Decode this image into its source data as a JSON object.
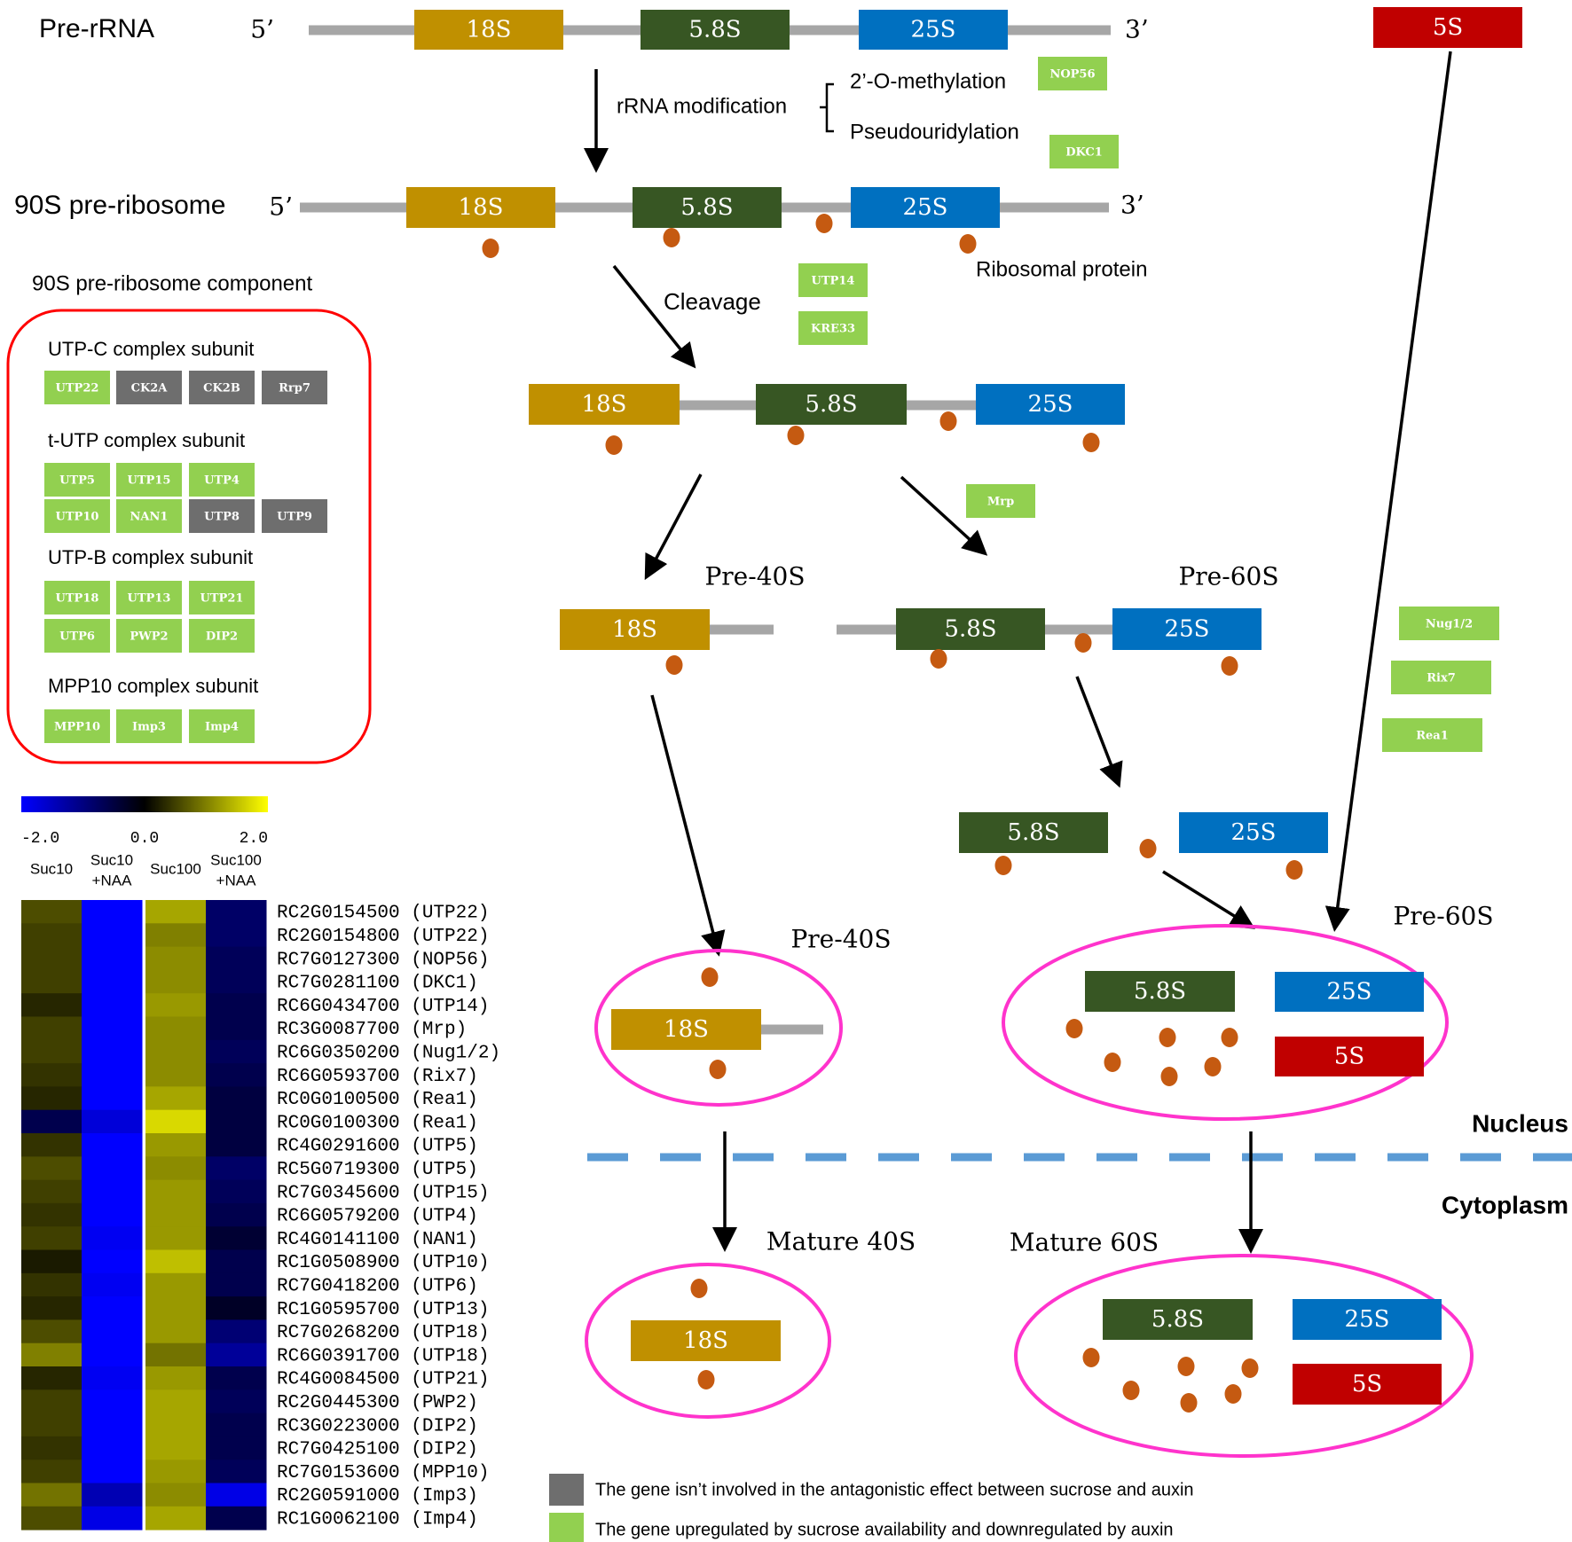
{
  "colors": {
    "s18": "#c09000",
    "s58": "#375623",
    "s25": "#0070c0",
    "s5": "#c00000",
    "line": "#a6a6a6",
    "protein": "#c55a11",
    "green_box": "#92d050",
    "gray_box": "#6e6e6e",
    "ellipse": "#ff33cc",
    "dashed": "#5b9bd5",
    "red_frame": "#ff0000"
  },
  "rna_labels": {
    "s18": "18S",
    "s58": "5.8S",
    "s25": "25S",
    "s5": "5S",
    "five_prime": "5’",
    "three_prime": "3’"
  },
  "titles": {
    "pre_rrna": "Pre-rRNA",
    "pre90s": "90S pre-ribosome",
    "rrna_mod": "rRNA modification",
    "methylation": "2’-O-methylation",
    "pseudouridylation": "Pseudouridylation",
    "cleavage": "Cleavage",
    "ribosomal_protein": "Ribosomal protein",
    "pre40s_a": "Pre-40S",
    "pre60s_a": "Pre-60S",
    "pre40s_b": "Pre-40S",
    "pre60s_b": "Pre-60S",
    "mature40s": "Mature 40S",
    "mature60s": "Mature 60S",
    "nucleus": "Nucleus",
    "cytoplasm": "Cytoplasm",
    "component_title": "90S pre-ribosome component"
  },
  "gene_boxes": {
    "nop56": "NOP56",
    "dkc1": "DKC1",
    "utp14": "UTP14",
    "kre33": "KRE33",
    "mrp": "Mrp",
    "nug12": "Nug1/2",
    "rix7": "Rix7",
    "rea1": "Rea1"
  },
  "complexes": [
    {
      "title": "UTP-C complex subunit",
      "rows": [
        [
          {
            "name": "UTP22",
            "status": "green"
          },
          {
            "name": "CK2A",
            "status": "gray"
          },
          {
            "name": "CK2B",
            "status": "gray"
          },
          {
            "name": "Rrp7",
            "status": "gray"
          }
        ]
      ]
    },
    {
      "title": "t-UTP complex subunit",
      "rows": [
        [
          {
            "name": "UTP5",
            "status": "green"
          },
          {
            "name": "UTP15",
            "status": "green"
          },
          {
            "name": "UTP4",
            "status": "green"
          }
        ],
        [
          {
            "name": "UTP10",
            "status": "green"
          },
          {
            "name": "NAN1",
            "status": "green"
          },
          {
            "name": "UTP8",
            "status": "gray"
          },
          {
            "name": "UTP9",
            "status": "gray"
          }
        ]
      ]
    },
    {
      "title": "UTP-B complex subunit",
      "rows": [
        [
          {
            "name": "UTP18",
            "status": "green"
          },
          {
            "name": "UTP13",
            "status": "green"
          },
          {
            "name": "UTP21",
            "status": "green"
          }
        ],
        [
          {
            "name": "UTP6",
            "status": "green"
          },
          {
            "name": "PWP2",
            "status": "green"
          },
          {
            "name": "DIP2",
            "status": "green"
          }
        ]
      ]
    },
    {
      "title": "MPP10 complex subunit",
      "rows": [
        [
          {
            "name": "MPP10",
            "status": "green"
          },
          {
            "name": "Imp3",
            "status": "green"
          },
          {
            "name": "Imp4",
            "status": "green"
          }
        ]
      ]
    }
  ],
  "legend": {
    "gray": "The gene isn’t involved in the antagonistic effect between sucrose and auxin",
    "green": "The gene upregulated by sucrose availability and downregulated by auxin"
  },
  "heatmap": {
    "scale_min": "-2.0",
    "scale_mid": "0.0",
    "scale_max": "2.0",
    "columns": [
      [
        "Suc10"
      ],
      [
        "Suc10",
        "+NAA"
      ],
      [
        "Suc100"
      ],
      [
        "Suc100",
        "+NAA"
      ]
    ],
    "rows": [
      {
        "label": "RC2G0154500 (UTP22)",
        "values": [
          0.6,
          -2.0,
          1.3,
          -0.8
        ]
      },
      {
        "label": "RC2G0154800 (UTP22)",
        "values": [
          0.5,
          -2.0,
          1.0,
          -0.8
        ]
      },
      {
        "label": "RC7G0127300 (NOP56)",
        "values": [
          0.5,
          -2.0,
          1.1,
          -0.7
        ]
      },
      {
        "label": "RC7G0281100 (DKC1)",
        "values": [
          0.5,
          -2.0,
          1.1,
          -0.7
        ]
      },
      {
        "label": "RC6G0434700 (UTP14)",
        "values": [
          0.3,
          -2.0,
          1.2,
          -0.6
        ]
      },
      {
        "label": "RC3G0087700 (Mrp)",
        "values": [
          0.5,
          -2.0,
          1.1,
          -0.6
        ]
      },
      {
        "label": "RC6G0350200 (Nug1/2)",
        "values": [
          0.5,
          -2.0,
          1.1,
          -0.7
        ]
      },
      {
        "label": "RC6G0593700 (Rix7)",
        "values": [
          0.4,
          -2.0,
          1.1,
          -0.6
        ]
      },
      {
        "label": "RC0G0100500 (Rea1)",
        "values": [
          0.3,
          -2.0,
          1.3,
          -0.5
        ]
      },
      {
        "label": "RC0G0100300 (Rea1)",
        "values": [
          -0.6,
          -1.7,
          1.7,
          -0.5
        ]
      },
      {
        "label": "RC4G0291600 (UTP5)",
        "values": [
          0.4,
          -2.0,
          1.2,
          -0.5
        ]
      },
      {
        "label": "RC5G0719300 (UTP5)",
        "values": [
          0.6,
          -2.0,
          1.1,
          -0.8
        ]
      },
      {
        "label": "RC7G0345600 (UTP15)",
        "values": [
          0.5,
          -2.0,
          1.2,
          -0.7
        ]
      },
      {
        "label": "RC6G0579200 (UTP4)",
        "values": [
          0.4,
          -2.0,
          1.2,
          -0.6
        ]
      },
      {
        "label": "RC4G0141100 (NAN1)",
        "values": [
          0.5,
          -1.9,
          1.2,
          -0.4
        ]
      },
      {
        "label": "RC1G0508900 (UTP10)",
        "values": [
          0.2,
          -2.0,
          1.5,
          -0.6
        ]
      },
      {
        "label": "RC7G0418200 (UTP6)",
        "values": [
          0.4,
          -1.9,
          1.2,
          -0.6
        ]
      },
      {
        "label": "RC1G0595700 (UTP13)",
        "values": [
          0.3,
          -2.0,
          1.2,
          -0.3
        ]
      },
      {
        "label": "RC7G0268200 (UTP18)",
        "values": [
          0.6,
          -2.0,
          1.2,
          -0.9
        ]
      },
      {
        "label": "RC6G0391700 (UTP18)",
        "values": [
          1.0,
          -2.0,
          0.9,
          -1.2
        ]
      },
      {
        "label": "RC4G0084500 (UTP21)",
        "values": [
          0.3,
          -1.9,
          1.2,
          -0.6
        ]
      },
      {
        "label": "RC2G0445300 (PWP2)",
        "values": [
          0.5,
          -2.0,
          1.3,
          -0.7
        ]
      },
      {
        "label": "RC3G0223000 (DIP2)",
        "values": [
          0.5,
          -2.0,
          1.3,
          -0.6
        ]
      },
      {
        "label": "RC7G0425100 (DIP2)",
        "values": [
          0.4,
          -2.0,
          1.3,
          -0.6
        ]
      },
      {
        "label": "RC7G0153600 (MPP10)",
        "values": [
          0.5,
          -2.0,
          1.2,
          -0.7
        ]
      },
      {
        "label": "RC2G0591000 (Imp3)",
        "values": [
          0.9,
          -1.4,
          1.1,
          -1.8
        ]
      },
      {
        "label": "RC1G0062100 (Imp4)",
        "values": [
          0.6,
          -1.8,
          1.3,
          -0.6
        ]
      }
    ]
  }
}
